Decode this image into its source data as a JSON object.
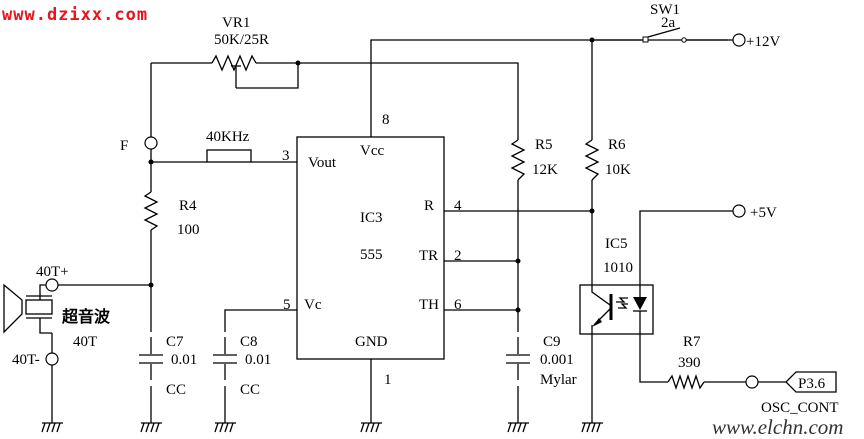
{
  "watermarks": {
    "top_left": "www.dzixx.com",
    "bottom_right": "www.elchn.com"
  },
  "components": {
    "vr1": {
      "ref": "VR1",
      "value": "50K/25R"
    },
    "xtal": {
      "value": "40KHz"
    },
    "node_f": {
      "label": "F"
    },
    "r4": {
      "ref": "R4",
      "value": "100"
    },
    "transducer": {
      "pos_label": "40T+",
      "neg_label": "40T-",
      "name": "超音波",
      "type": "40T"
    },
    "c7": {
      "ref": "C7",
      "value": "0.01",
      "type": "CC"
    },
    "c8": {
      "ref": "C8",
      "value": "0.01",
      "type": "CC"
    },
    "ic3": {
      "ref": "IC3",
      "part": "555",
      "pins": {
        "vcc": {
          "name": "Vcc",
          "num": "8"
        },
        "vout": {
          "name": "Vout",
          "num": "3"
        },
        "r": {
          "name": "R",
          "num": "4"
        },
        "tr": {
          "name": "TR",
          "num": "2"
        },
        "th": {
          "name": "TH",
          "num": "6"
        },
        "vc": {
          "name": "Vc",
          "num": "5"
        },
        "gnd": {
          "name": "GND",
          "num": "1"
        }
      }
    },
    "r5": {
      "ref": "R5",
      "value": "12K"
    },
    "r6": {
      "ref": "R6",
      "value": "10K"
    },
    "c9": {
      "ref": "C9",
      "value": "0.001",
      "type": "Mylar"
    },
    "sw1": {
      "ref": "SW1",
      "value": "2a"
    },
    "supply_12v": {
      "label": "+12V"
    },
    "supply_5v": {
      "label": "+5V"
    },
    "ic5": {
      "ref": "IC5",
      "part": "1010"
    },
    "r7": {
      "ref": "R7",
      "value": "390"
    },
    "port": {
      "label": "P3.6",
      "signal": "OSC_CONT"
    }
  }
}
